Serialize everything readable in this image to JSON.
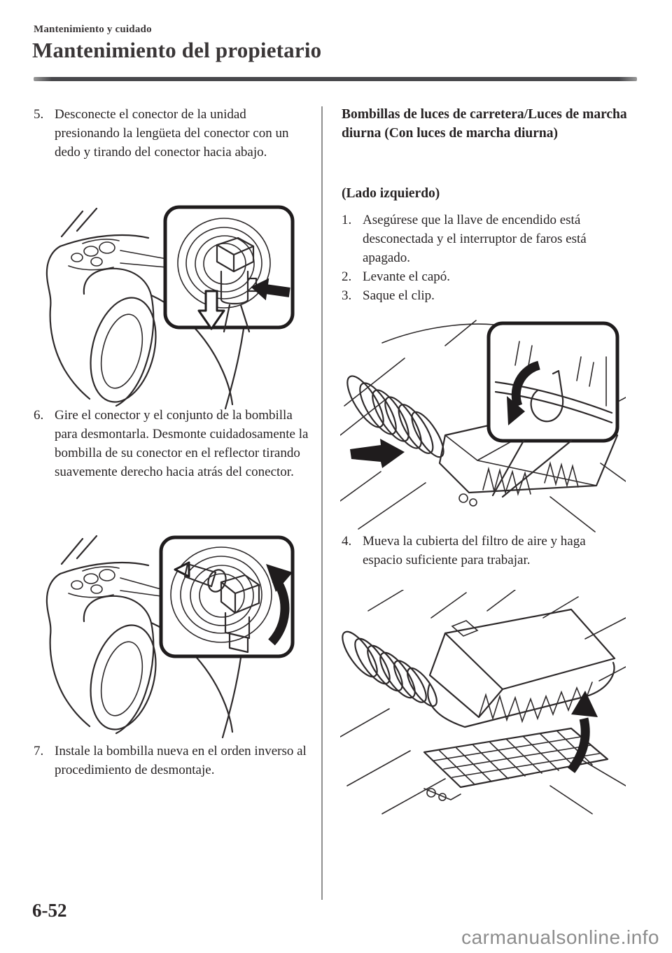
{
  "page": {
    "eyebrow": "Mantenimiento y cuidado",
    "title": "Mantenimiento del propietario",
    "page_number": "6-52",
    "watermark": "carmanualsonline.info"
  },
  "left_column": {
    "steps": [
      {
        "num": "5.",
        "text": "Desconecte el conector de la unidad presionando la lengüeta del conector con un dedo y tirando del conector hacia abajo."
      },
      {
        "num": "6.",
        "text": "Gire el conector y el conjunto de la bombilla para desmontarla. Desmonte cuidadosamente la bombilla de su conector en el reflector tirando suavemente derecho hacia atrás del conector."
      },
      {
        "num": "7.",
        "text": "Instale la bombilla nueva en el orden inverso al procedimiento de desmontaje."
      }
    ],
    "figures": [
      {
        "name": "headlight-connector-pull-down-diagram"
      },
      {
        "name": "bulb-connector-rotate-remove-diagram"
      }
    ]
  },
  "right_column": {
    "heading": "Bombillas de luces de carretera/Luces de marcha diurna (Con luces de marcha diurna)",
    "subheading": "(Lado izquierdo)",
    "steps": [
      {
        "num": "1.",
        "text": "Asegúrese que la llave de encendido está desconectada y el interruptor de faros está apagado."
      },
      {
        "num": "2.",
        "text": "Levante el capó."
      },
      {
        "num": "3.",
        "text": "Saque el clip."
      },
      {
        "num": "4.",
        "text": "Mueva la cubierta del filtro de aire y haga espacio suficiente para trabajar."
      }
    ],
    "figures": [
      {
        "name": "air-cleaner-clip-removal-diagram"
      },
      {
        "name": "air-cleaner-cover-lift-diagram"
      }
    ]
  },
  "colors": {
    "ink": "#272324",
    "header_ink": "#3a3637",
    "rule": "#48484c",
    "divider": "#8f8f8f",
    "watermark": "#8d8d8d"
  }
}
